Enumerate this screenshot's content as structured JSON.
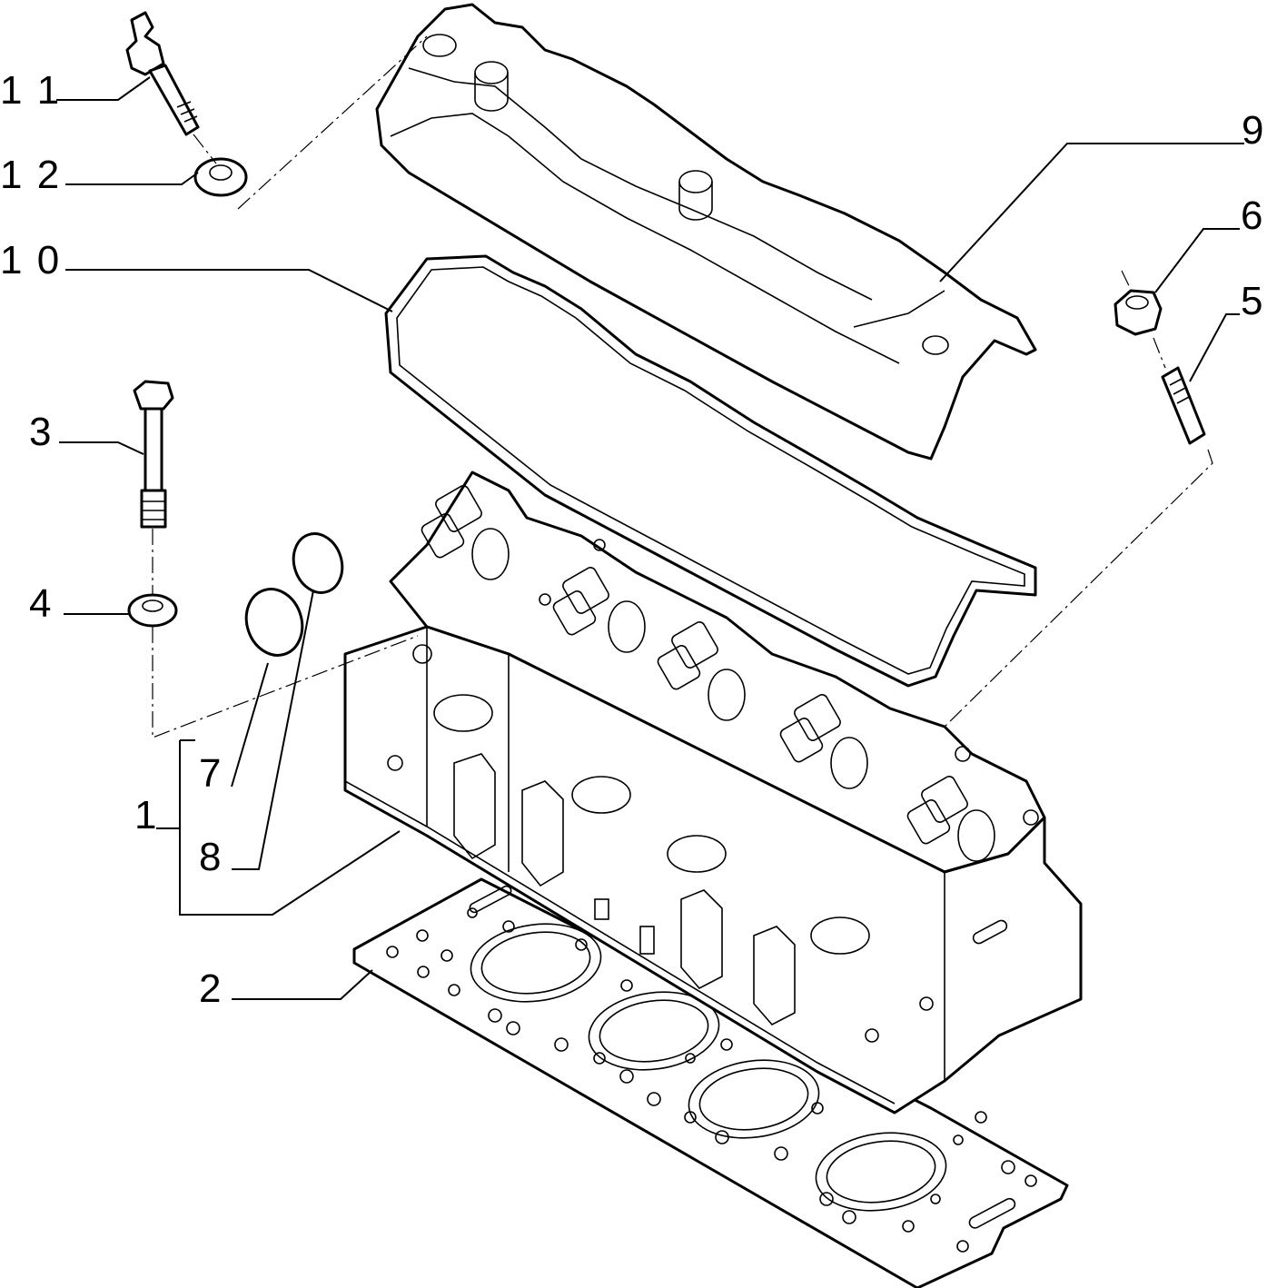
{
  "callouts": [
    {
      "id": "11",
      "text": "1 1"
    },
    {
      "id": "12",
      "text": "1 2"
    },
    {
      "id": "10",
      "text": "1 0"
    },
    {
      "id": "9",
      "text": "9"
    },
    {
      "id": "6",
      "text": "6"
    },
    {
      "id": "5",
      "text": "5"
    },
    {
      "id": "3",
      "text": "3"
    },
    {
      "id": "4",
      "text": "4"
    },
    {
      "id": "7",
      "text": "7"
    },
    {
      "id": "1",
      "text": "1"
    },
    {
      "id": "8",
      "text": "8"
    },
    {
      "id": "2",
      "text": "2"
    }
  ]
}
